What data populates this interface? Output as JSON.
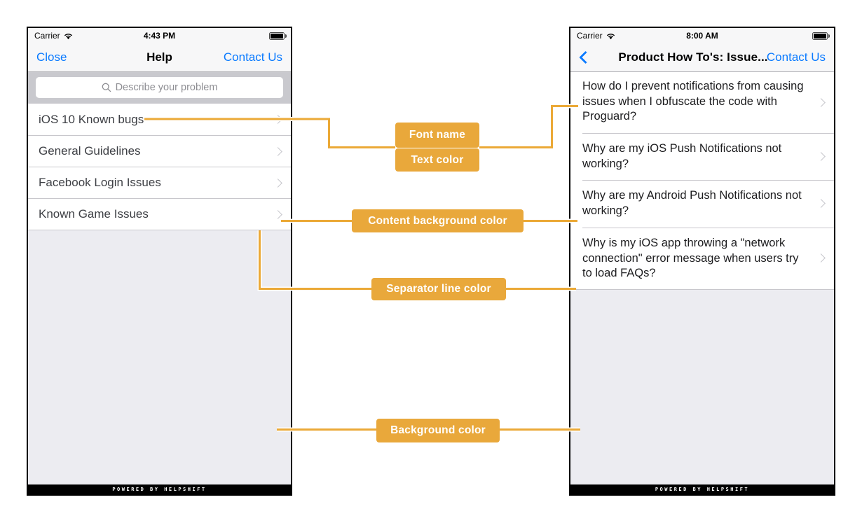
{
  "annotations": {
    "font_name": "Font name",
    "text_color": "Text color",
    "content_background_color": "Content background color",
    "separator_line_color": "Separator line color",
    "background_color": "Background color"
  },
  "left_phone": {
    "status_bar": {
      "carrier": "Carrier",
      "time": "4:43 PM"
    },
    "nav": {
      "close_label": "Close",
      "title": "Help",
      "contact_label": "Contact Us"
    },
    "search": {
      "placeholder": "Describe your problem"
    },
    "list": [
      "iOS 10 Known bugs",
      "General Guidelines",
      "Facebook Login Issues",
      "Known Game Issues"
    ],
    "footer": "POWERED BY HELPSHIFT"
  },
  "right_phone": {
    "status_bar": {
      "carrier": "Carrier",
      "time": "8:00 AM"
    },
    "nav": {
      "title": "Product How To's: Issue...",
      "contact_label": "Contact Us"
    },
    "list": [
      "How do I prevent notifications from causing issues when I obfuscate the code with Proguard?",
      "Why are my iOS Push Notifications not working?",
      "Why are my Android Push Notifications not working?",
      "Why is my iOS app throwing a \"network connection\" error message when users try to load FAQs?"
    ],
    "footer": "POWERED BY HELPSHIFT"
  },
  "colors": {
    "annotation_badge": "#E9A83B",
    "connector_line": "#EBA937",
    "ios_blue": "#0A7AFF",
    "navbar_background": "#F7F7F8",
    "search_section_background": "#C9C9CE",
    "content_background": "#FFFFFF",
    "separator_line": "#C8C7CC",
    "screen_background": "#ECECF1",
    "left_list_text": "#3D3F44",
    "right_list_text": "#1C1C1E",
    "footer_background": "#000000"
  }
}
